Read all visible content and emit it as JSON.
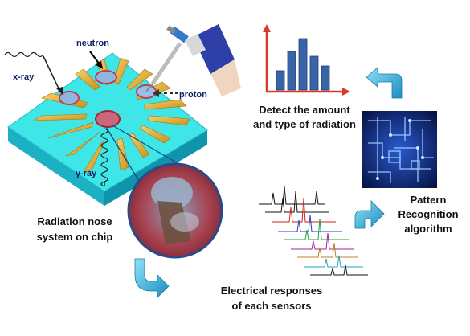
{
  "labels": {
    "neutron": "neutron",
    "xray": "x-ray",
    "proton": "proton",
    "gamma": "γ-ray",
    "chip_line1": "Radiation nose",
    "chip_line2": "system on chip",
    "detect_line1": "Detect the amount",
    "detect_line2": "and type of radiation",
    "pattern_line1": "Pattern",
    "pattern_line2": "Recognition",
    "pattern_line3": "algorithm",
    "responses_line1": "Electrical responses",
    "responses_line2": "of each sensors"
  },
  "colors": {
    "chip_surface": "#35e0e0",
    "chip_side": "#17b8c8",
    "electrode_gold": "#e4b332",
    "flow_arrow": "#35b8de",
    "histogram_bar": "#3a64a8",
    "histogram_axis": "#d83a2a",
    "circuit_bg": "#0a1a5a",
    "circuit_line": "#9ad0ff"
  },
  "icons": {
    "pipette": "pipette-icon",
    "histogram": "histogram-icon",
    "circuit": "circuit-board-icon",
    "responses": "signal-traces-icon",
    "magnifier": "zoom-inset-icon"
  }
}
